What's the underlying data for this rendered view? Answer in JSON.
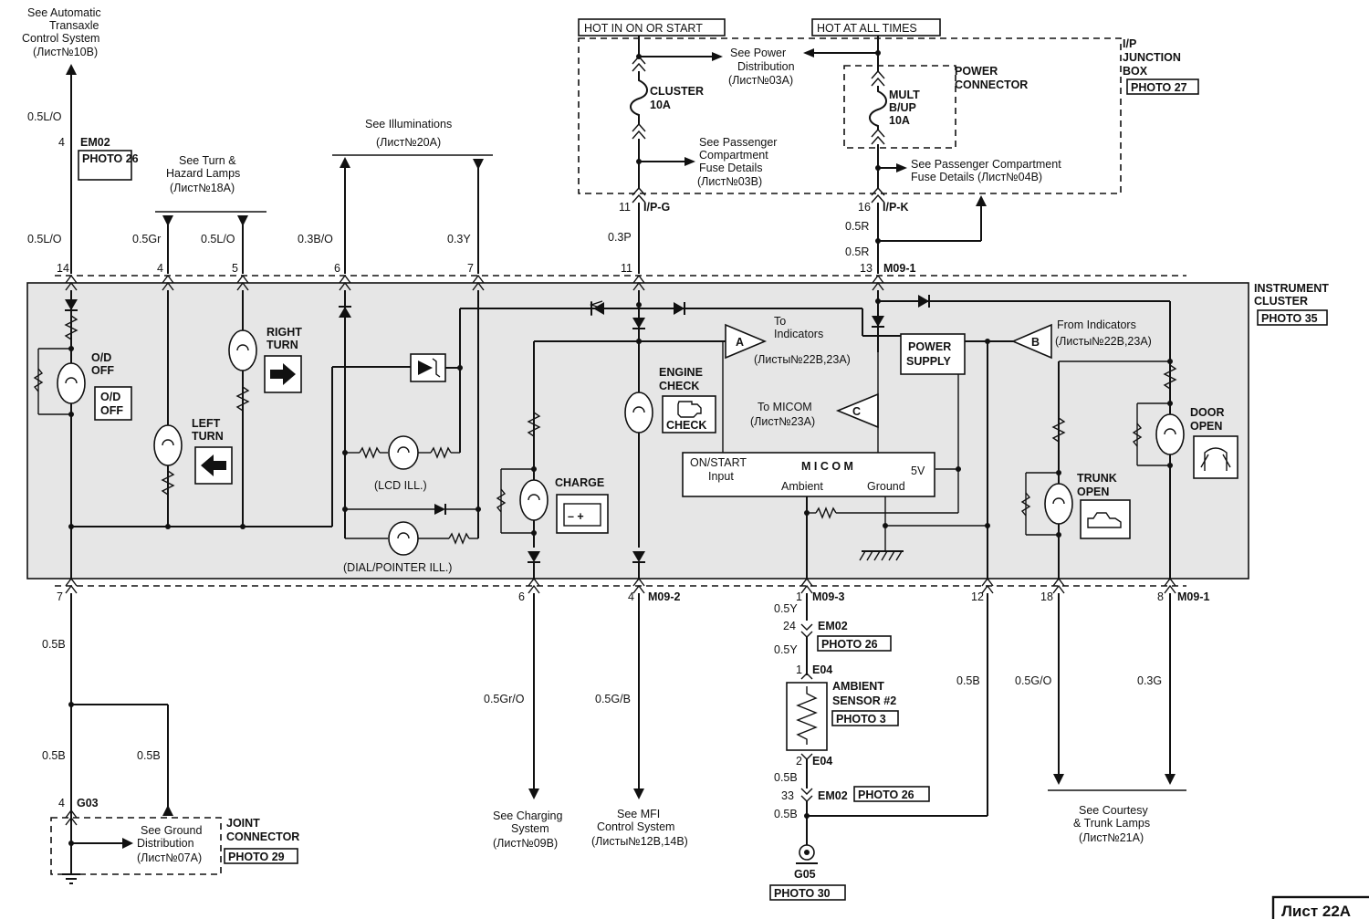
{
  "refs": {
    "auto_transaxle": [
      "See Automatic",
      "Transaxle",
      "Control System",
      "(Лист№10B)"
    ],
    "turn_hazard": [
      "See Turn &",
      "Hazard Lamps",
      "(Лист№18A)"
    ],
    "illuminations": [
      "See Illuminations",
      "(Лист№20A)"
    ],
    "power_dist": [
      "See Power",
      "Distribution",
      "(Лист№03A)"
    ],
    "pass_comp_03b": [
      "See Passenger",
      "Compartment",
      "Fuse Details",
      "(Лист№03B)"
    ],
    "pass_comp_04b": [
      "See Passenger Compartment",
      "Fuse Details   (Лист№04B)"
    ],
    "charging": [
      "See Charging",
      "System",
      "(Лист№09B)"
    ],
    "mfi": [
      "See MFI",
      "Control System",
      "(Листы№12B,14B)"
    ],
    "courtesy": [
      "See Courtesy",
      "& Trunk Lamps",
      "(Лист№21A)"
    ],
    "ground_dist": [
      "See Ground",
      "Distribution",
      "(Лист№07A)"
    ]
  },
  "power": {
    "hot_on_start": "HOT IN ON OR START",
    "hot_all_times": "HOT AT ALL TIMES",
    "ip_junction_box": [
      "I/P",
      "JUNCTION",
      "BOX"
    ],
    "photo_27": "PHOTO 27",
    "power_connector": [
      "POWER",
      "CONNECTOR"
    ],
    "fuse_cluster": [
      "CLUSTER",
      "10A"
    ],
    "fuse_mult": [
      "MULT",
      "B/UP",
      "10A"
    ]
  },
  "cluster": {
    "title": [
      "INSTRUMENT",
      "CLUSTER"
    ],
    "photo_35": "PHOTO 35",
    "od_off": [
      "O/D",
      "OFF"
    ],
    "od_off_icon": [
      "O/D",
      "OFF"
    ],
    "left_turn": [
      "LEFT",
      "TURN"
    ],
    "right_turn": [
      "RIGHT",
      "TURN"
    ],
    "lcd_ill": "(LCD ILL.)",
    "dial_ill": "(DIAL/POINTER ILL.)",
    "charge": "CHARGE",
    "engine_check": [
      "ENGINE",
      "CHECK"
    ],
    "check_icon": "CHECK",
    "to_indicators": [
      "To",
      "Indicators",
      "(Листы№22B,23A)"
    ],
    "from_indicators": [
      "From Indicators",
      "(Листы№22B,23A)"
    ],
    "to_micom": [
      "To MICOM",
      "(Лист№23A)"
    ],
    "power_supply": [
      "POWER",
      "SUPPLY"
    ],
    "micom": "M I C O M",
    "micom_on_start": [
      "ON/START",
      "Input"
    ],
    "micom_ambient": "Ambient",
    "micom_ground": "Ground",
    "micom_5v": "5V",
    "door_open": [
      "DOOR",
      "OPEN"
    ],
    "trunk_open": [
      "TRUNK",
      "OPEN"
    ],
    "tri_a": "A",
    "tri_b": "B",
    "tri_c": "C"
  },
  "pins": {
    "p14": "14",
    "p4": "4",
    "p5": "5",
    "p6": "6",
    "p7": "7",
    "p11": "11",
    "p13": "13",
    "m09_1_top": "M09-1",
    "b7": "7",
    "b6": "6",
    "b4": "4",
    "m09_2": "M09-2",
    "b1": "1",
    "m09_3": "M09-3",
    "b12": "12",
    "b18": "18",
    "b8": "8",
    "m09_1_bot": "M09-1",
    "em02_4": "4",
    "em02": "EM02",
    "photo_26": "PHOTO 26",
    "ipg_11": "11",
    "ipg": "I/P-G",
    "ipk_16": "16",
    "ipk": "I/P-K",
    "em02_24": "24",
    "em02b": "EM02",
    "photo_26b": "PHOTO 26",
    "e04_1": "1",
    "e04": "E04",
    "e04_2": "2",
    "e04b": "E04",
    "em02_33": "33",
    "em02c": "EM02",
    "photo_26c": "PHOTO 26",
    "g03_4": "4",
    "g03": "G03",
    "g05": "G05",
    "photo_30": "PHOTO 30",
    "ambient_sensor": [
      "AMBIENT",
      "SENSOR #2"
    ],
    "photo_3": "PHOTO 3",
    "joint_connector": [
      "JOINT",
      "CONNECTOR"
    ],
    "photo_29": "PHOTO 29"
  },
  "wires": {
    "w_05lo_a": "0.5L/O",
    "w_05lo_b": "0.5L/O",
    "w_05gr": "0.5Gr",
    "w_05lo_c": "0.5L/O",
    "w_03bo": "0.3B/O",
    "w_03y": "0.3Y",
    "w_03p": "0.3P",
    "w_05r_a": "0.5R",
    "w_05r_b": "0.5R",
    "w_05b_a": "0.5B",
    "w_05b_b": "0.5B",
    "w_05b_c": "0.5B",
    "w_05gro": "0.5Gr/O",
    "w_05gb": "0.5G/B",
    "w_05y_a": "0.5Y",
    "w_05y_b": "0.5Y",
    "w_05b_d": "0.5B",
    "w_05b_e": "0.5B",
    "w_05b_f": "0.5B",
    "w_05go": "0.5G/O",
    "w_03g": "0.3G"
  },
  "page_label": "Лист 22A"
}
